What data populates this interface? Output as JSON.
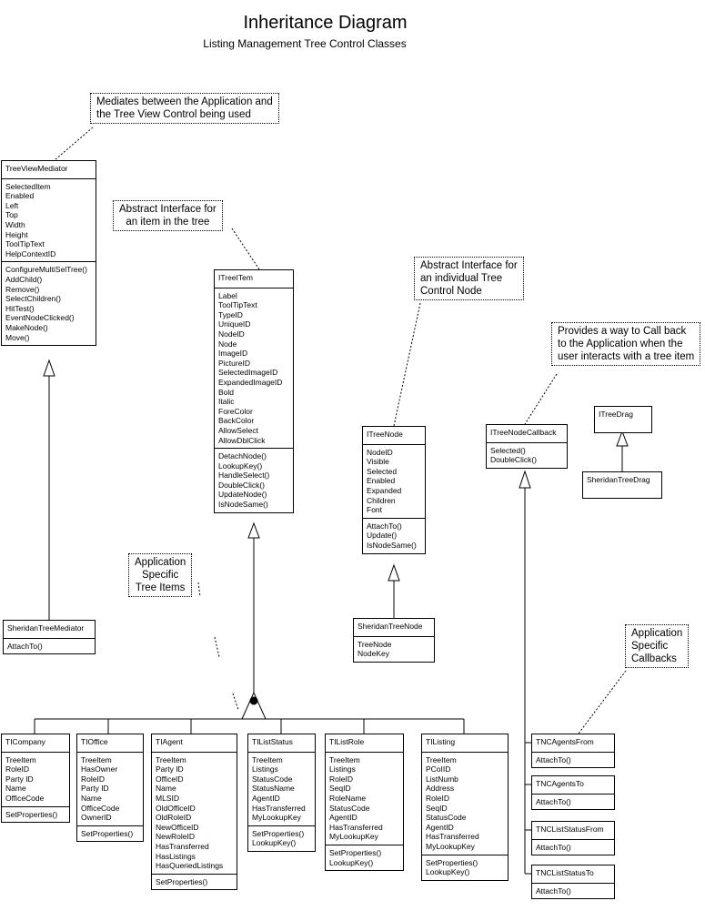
{
  "title": "Inheritance Diagram",
  "subtitle": "Listing Management Tree Control Classes",
  "notes": {
    "mediator": [
      "Mediates between the Application and",
      "the Tree View Control being used"
    ],
    "itreeitem": [
      "Abstract Interface for",
      "an item in the tree"
    ],
    "itreenode": [
      "Abstract Interface for",
      "an individual Tree",
      "Control Node"
    ],
    "callback": [
      "Provides a way to Call back",
      "to the Application when the",
      "user interacts with a tree item"
    ],
    "app_tree_items": [
      "Application",
      "Specific",
      "Tree Items"
    ],
    "app_callbacks": [
      "Application",
      "Specific",
      "Callbacks"
    ]
  },
  "classes": [
    {
      "id": "TreeViewMediator",
      "name": "TreeViewMediator",
      "attributes": [
        "SelectedItem",
        "Enabled",
        "Left",
        "Top",
        "Width",
        "Height",
        "ToolTipText",
        "HelpContextID"
      ],
      "methods": [
        "ConfigureMultiSelTree()",
        "AddChild()",
        "Remove()",
        "SelectChildren()",
        "HitTest()",
        "EventNodeClicked()",
        "MakeNode()",
        "Move()"
      ]
    },
    {
      "id": "SheridanTreeMediator",
      "name": "SheridanTreeMediator",
      "methods": [
        "AttachTo()"
      ]
    },
    {
      "id": "ITreeItem",
      "name": "ITreeITem",
      "attributes": [
        "Label",
        "ToolTipText",
        "TypeID",
        "UniqueID",
        "NodeID",
        "Node",
        "ImageID",
        "PictureID",
        "SelectedImageID",
        "ExpandedImageID",
        "Bold",
        "Italic",
        "ForeColor",
        "BackColor",
        "AllowSelect",
        "AllowDblClick"
      ],
      "methods": [
        "DetachNode()",
        "LookupKey()",
        "HandleSelect()",
        "DoubleClick()",
        "UpdateNode()",
        "IsNodeSame()"
      ]
    },
    {
      "id": "ITreeNode",
      "name": "ITreeNode",
      "attributes": [
        "NodeID",
        "Visible",
        "Selected",
        "Enabled",
        "Expanded",
        "Children",
        "Font"
      ],
      "methods": [
        "AttachTo()",
        "Update()",
        "IsNodeSame()"
      ]
    },
    {
      "id": "SheridanTreeNode",
      "name": "SheridanTreeNode",
      "attributes": [
        "TreeNode",
        "NodeKey"
      ]
    },
    {
      "id": "ITreeNodeCallback",
      "name": "ITreeNodeCallback",
      "methods": [
        "Selected()",
        "DoubleClick()"
      ]
    },
    {
      "id": "ITreeDrag",
      "name": "ITreeDrag"
    },
    {
      "id": "SheridanTreeDrag",
      "name": "SheridanTreeDrag"
    },
    {
      "id": "TICompany",
      "name": "TICompany",
      "attributes": [
        "TreeItem",
        "RoleID",
        "Party ID",
        "Name",
        "OfficeCode"
      ],
      "methods": [
        "SetProperties()"
      ]
    },
    {
      "id": "TIOffice",
      "name": "TIOffice",
      "attributes": [
        "TreeItem",
        "HasOwner",
        "RoleID",
        "Party ID",
        "Name",
        "OfficeCode",
        "OwnerID"
      ],
      "methods": [
        "SetProperties()"
      ]
    },
    {
      "id": "TIAgent",
      "name": "TIAgent",
      "attributes": [
        "TreeItem",
        "Party ID",
        "OfficeID",
        "Name",
        "MLSID",
        "OldOfficeID",
        "OldRoleID",
        "NewOfficeID",
        "NewRoleID",
        "HasTransferred",
        "HasListings",
        "HasQueriedListings"
      ],
      "methods": [
        "SetProperties()"
      ]
    },
    {
      "id": "TIListStatus",
      "name": "TIListStatus",
      "attributes": [
        "TreeItem",
        "Listings",
        "StatusCode",
        "StatusName",
        "AgentID",
        "HasTransferred",
        "MyLookupKey"
      ],
      "methods": [
        "SetProperties()",
        "LookupKey()"
      ]
    },
    {
      "id": "TIListRole",
      "name": "TIListRole",
      "attributes": [
        "TreeItem",
        "Listings",
        "RoleID",
        "SeqID",
        "RoleName",
        "StatusCode",
        "AgentID",
        "HasTransferred",
        "MyLookupKey"
      ],
      "methods": [
        "SetProperties()",
        "LookupKey()"
      ]
    },
    {
      "id": "TIListing",
      "name": "TIListing",
      "attributes": [
        "TreeItem",
        "PCoIID",
        "ListNumb",
        "Address",
        "RoleID",
        "SeqID",
        "StatusCode",
        "AgentID",
        "HasTransferred",
        "MyLookupKey"
      ],
      "methods": [
        "SetProperties()",
        "LookupKey()"
      ]
    },
    {
      "id": "TNCAgentsFrom",
      "name": "TNCAgentsFrom",
      "methods": [
        "AttachTo()"
      ]
    },
    {
      "id": "TNCAgentsTo",
      "name": "TNCAgentsTo",
      "methods": [
        "AttachTo()"
      ]
    },
    {
      "id": "TNCListStatusFrom",
      "name": "TNCListStatusFrom",
      "methods": [
        "AttachTo()"
      ]
    },
    {
      "id": "TNCListStatusTo",
      "name": "TNCListStatusTo",
      "methods": [
        "AttachTo()"
      ]
    }
  ]
}
